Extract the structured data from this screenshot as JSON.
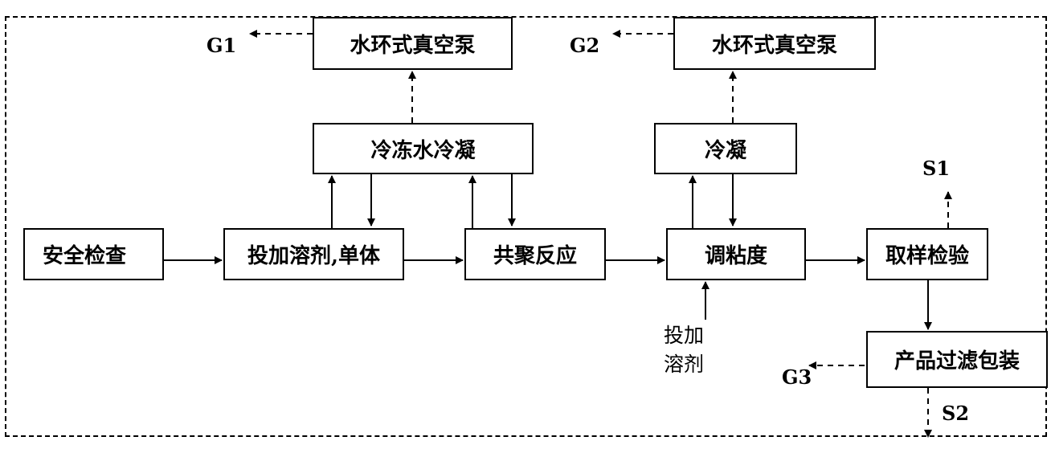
{
  "boxes": {
    "vacuum_pump_1": "水环式真空泵",
    "vacuum_pump_2": "水环式真空泵",
    "chilled_condense": "冷冻水冷凝",
    "condense": "冷凝",
    "safety_check": "安全检查",
    "add_solvent_monomer": "投加溶剂,单体",
    "copolymerization": "共聚反应",
    "adjust_viscosity": "调粘度",
    "sampling_inspection": "取样检验",
    "filter_packaging": "产品过滤包装"
  },
  "labels": {
    "g1": "G1",
    "g2": "G2",
    "g3": "G3",
    "s1": "S1",
    "s2": "S2",
    "add_solvent_line1": "投加",
    "add_solvent_line2": "溶剂"
  }
}
